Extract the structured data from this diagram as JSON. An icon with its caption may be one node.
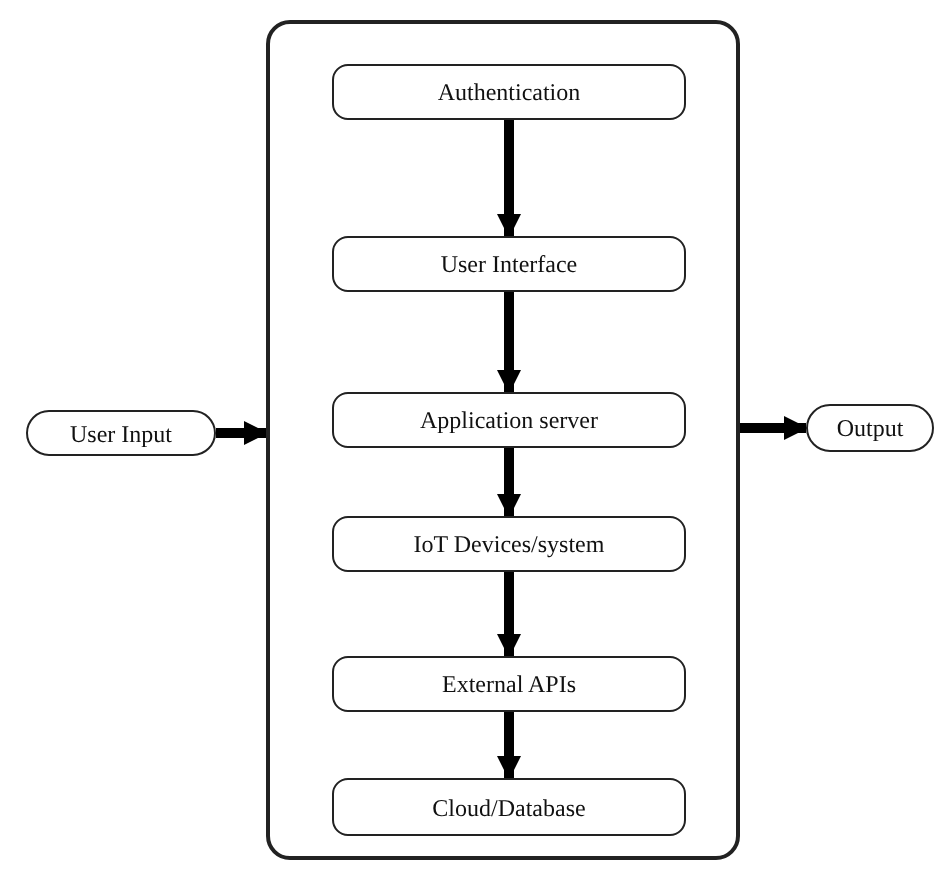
{
  "diagram": {
    "nodes": [
      {
        "text": [],
        "shape": "box"
      },
      {
        "text": [
          "Authentication"
        ],
        "in": 0
      },
      {
        "text": [
          "User Interface"
        ],
        "in": 0
      },
      {
        "text": [
          "Application server"
        ],
        "in": 0
      },
      {
        "text": [
          "IoT Devices/system"
        ],
        "in": 0
      },
      {
        "text": [
          "External APIs"
        ],
        "in": 0
      },
      {
        "text": [
          "Cloud/Database"
        ],
        "in": 0
      },
      {
        "text": [
          "User Input"
        ]
      },
      {
        "text": [
          "Output"
        ]
      }
    ],
    "edges": [
      {
        "from": 1,
        "to": 2,
        "arrow": "to"
      },
      {
        "from": 2,
        "to": 3,
        "arrow": "to"
      },
      {
        "from": 3,
        "to": 4,
        "arrow": "to"
      },
      {
        "from": 4,
        "to": 5,
        "arrow": "to"
      },
      {
        "from": 5,
        "to": 6,
        "arrow": "to"
      },
      {
        "from": 7,
        "to": 0,
        "arrow": "to"
      },
      {
        "from": 0,
        "to": 8,
        "arrow": "to"
      }
    ]
  }
}
